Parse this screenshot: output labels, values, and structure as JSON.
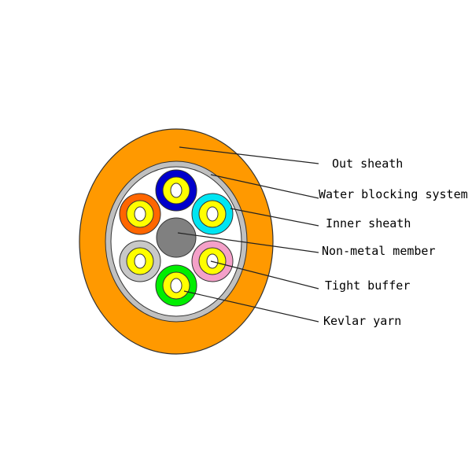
{
  "labels": {
    "out_sheath": "Out sheath",
    "water_blocking_system": "Water blocking system",
    "inner_sheath": "Inner sheath",
    "non_metal_member": "Non-metal member",
    "tight_buffer": "Tight buffer",
    "kevlar_yarn": "Kevlar yarn"
  },
  "colors": {
    "outer_sheath": "#ff9900",
    "water_blocking": "#c0c0c0",
    "inner_fill": "#ffffff",
    "central_member": "#808080",
    "buffer_core": "#ffff00",
    "fiber_blue": "#0000cc",
    "fiber_orange": "#ff6600",
    "fiber_cyan": "#00e5f2",
    "fiber_gray": "#c8c8c8",
    "fiber_pink": "#f4a0c8",
    "fiber_green": "#00ee00",
    "outline": "#333333",
    "leader_line": "#222222"
  }
}
